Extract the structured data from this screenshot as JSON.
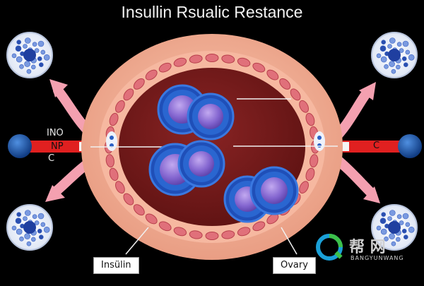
{
  "title": "Insullin Rsualic Restance",
  "labels": {
    "insulin": "Insülin",
    "ovary": "Ovary"
  },
  "left_texts": [
    "INO",
    "NP",
    "C"
  ],
  "right_text": "C",
  "watermark": {
    "main": "帮 网",
    "sub": "BANGYUNWANG"
  },
  "colors": {
    "background": "#000000",
    "tissue_outer": "#f4b49a",
    "tissue_inner": "#7a1c1c",
    "cell_ring": "#e0707a",
    "nucleus_outer": "#2a5fc4",
    "nucleus_inner": "#8c6fd6",
    "bar_red": "#e02020",
    "sphere_blue": "#1f5bb0",
    "arrow_pink": "#f4a0b0"
  }
}
